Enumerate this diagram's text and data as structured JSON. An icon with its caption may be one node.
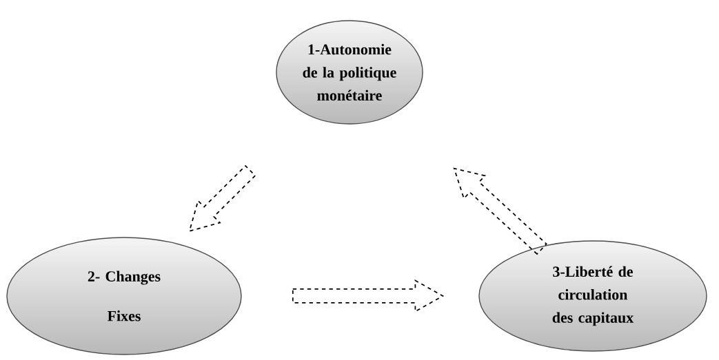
{
  "diagram": {
    "nodes": [
      {
        "text": [
          "1-Autonomie de la politique monétaire"
        ]
      },
      {
        "text": [
          "2- Changes",
          "Fixes"
        ]
      },
      {
        "text": [
          "3-Liberté de circulation des capitaux"
        ]
      }
    ],
    "edges": [
      {
        "from": 0,
        "to": 1,
        "arrow": "to",
        "style": "dashed"
      },
      {
        "from": 1,
        "to": 2,
        "arrow": "to",
        "style": "dashed"
      },
      {
        "from": 2,
        "to": 0,
        "arrow": "to",
        "style": "dashed"
      }
    ]
  }
}
